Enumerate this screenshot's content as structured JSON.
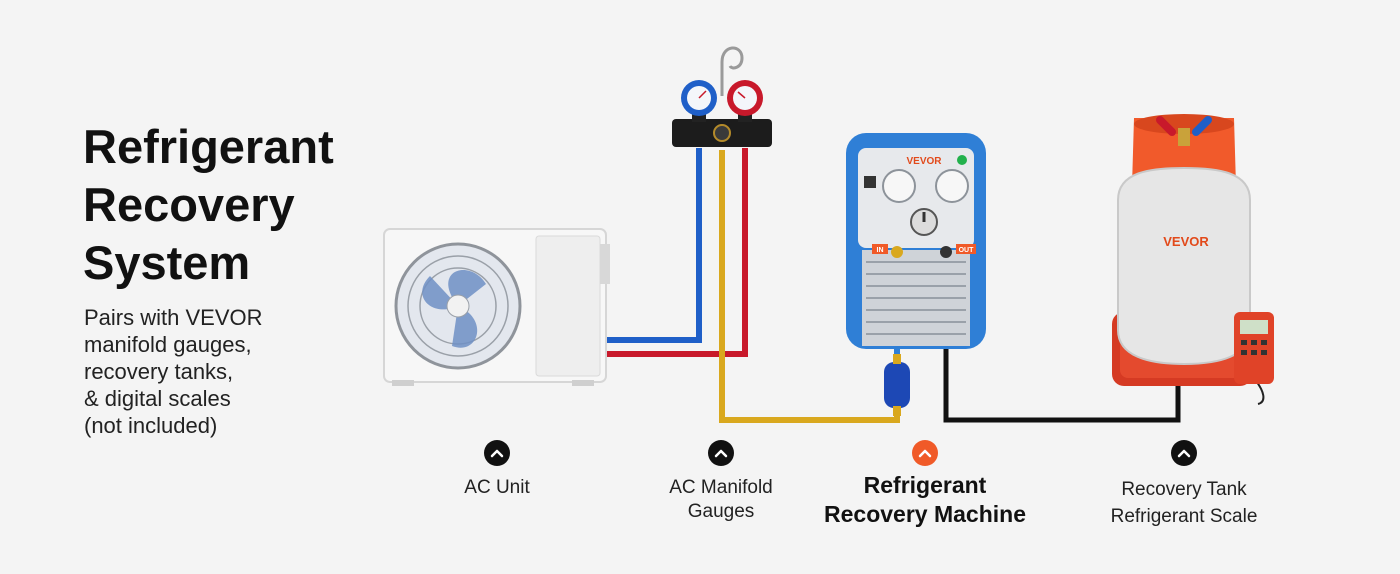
{
  "heading": {
    "lines": [
      "Refrigerant",
      "Recovery",
      "System"
    ]
  },
  "description": {
    "lines": [
      "Pairs with VEVOR",
      "manifold gauges,",
      "recovery tanks,",
      "& digital scales",
      "(not included)"
    ]
  },
  "components": [
    {
      "lines": [
        "AC Unit"
      ],
      "highlight": false
    },
    {
      "lines": [
        "AC Manifold",
        "Gauges"
      ],
      "highlight": false
    },
    {
      "lines": [
        "Refrigerant",
        "Recovery Machine"
      ],
      "highlight": true
    },
    {
      "lines": [
        "Recovery Tank",
        "Refrigerant Scale"
      ],
      "highlight": false
    }
  ],
  "brand": {
    "machine_logo": "VEVOR",
    "tank_logo": "VEVOR",
    "machine_in": "IN",
    "machine_out": "OUT"
  },
  "colors": {
    "accent": "#f05a28",
    "dark": "#111111",
    "hose_blue": "#1f5fc8",
    "hose_red": "#c8192b",
    "hose_yellow": "#d9a81e",
    "hose_black": "#111111",
    "machine_blue": "#2f7fd6",
    "tank_orange": "#f15a2b"
  },
  "icons": {
    "chevron": "chevron-up-icon"
  }
}
